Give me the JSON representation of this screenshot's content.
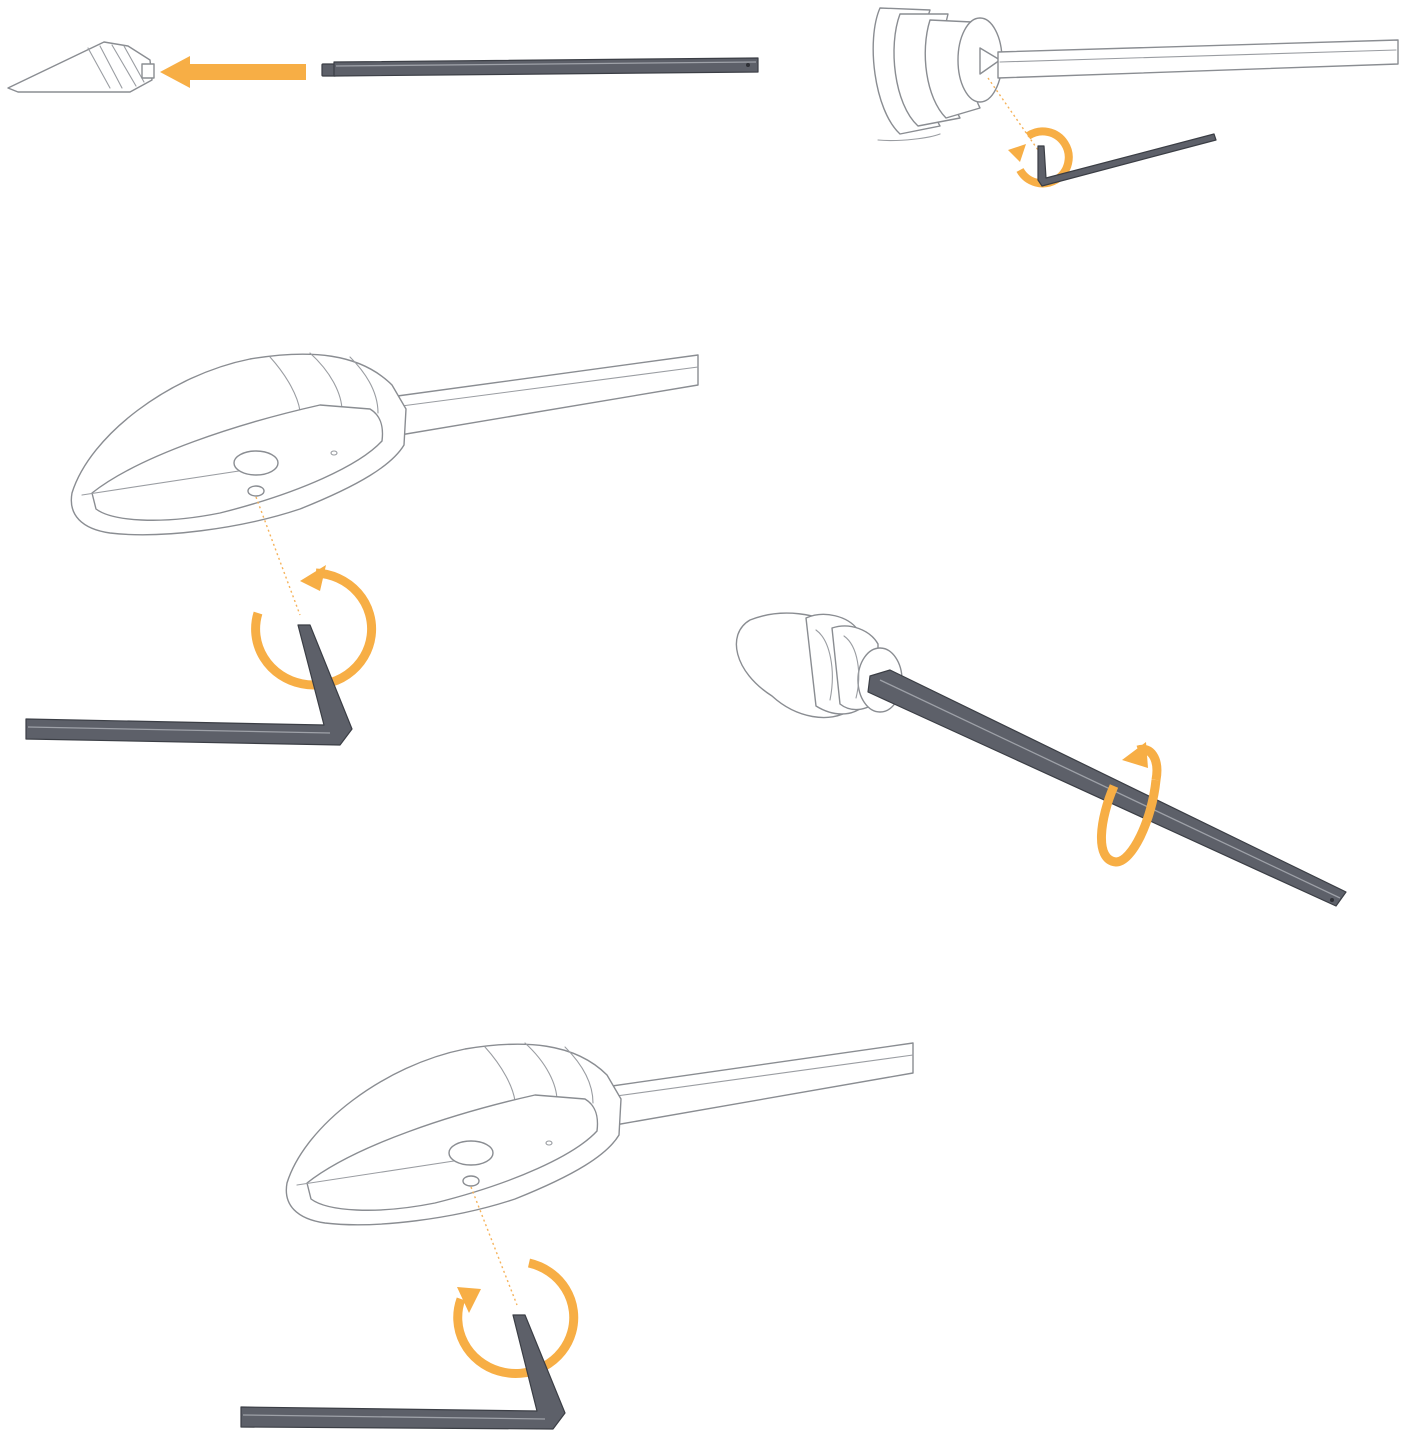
{
  "colors": {
    "accent": "#F7AE45",
    "rod": "#5D6069",
    "outline": "#8A8D92",
    "background": "#FFFFFF"
  },
  "steps": [
    {
      "id": "step-1",
      "action": "insert-rod-into-cap",
      "icon": "left-arrow-icon"
    },
    {
      "id": "step-2",
      "action": "tighten-rod-with-hex-key",
      "icon": "rotate-arrow-icon"
    },
    {
      "id": "step-3",
      "action": "tighten-base-screw-with-hex-key",
      "icon": "rotate-arrow-icon"
    },
    {
      "id": "step-4",
      "action": "twist-rod-into-cap",
      "icon": "rotate-arrow-icon"
    },
    {
      "id": "step-5",
      "action": "tighten-base-screw-with-hex-key",
      "icon": "rotate-arrow-icon"
    }
  ]
}
